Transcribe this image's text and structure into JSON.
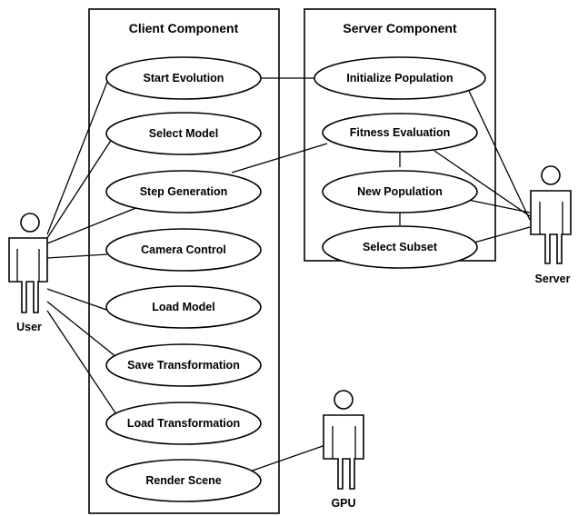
{
  "diagram": {
    "client_title": "Client Component",
    "server_title": "Server Component",
    "client_use_cases": [
      "Start Evolution",
      "Select Model",
      "Step Generation",
      "Camera Control",
      "Load Model",
      "Save Transformation",
      "Load Transformation",
      "Render Scene"
    ],
    "server_use_cases": [
      "Initialize Population",
      "Fitness Evaluation",
      "New Population",
      "Select Subset"
    ],
    "actors": {
      "user": "User",
      "server": "Server",
      "gpu": "GPU"
    }
  }
}
